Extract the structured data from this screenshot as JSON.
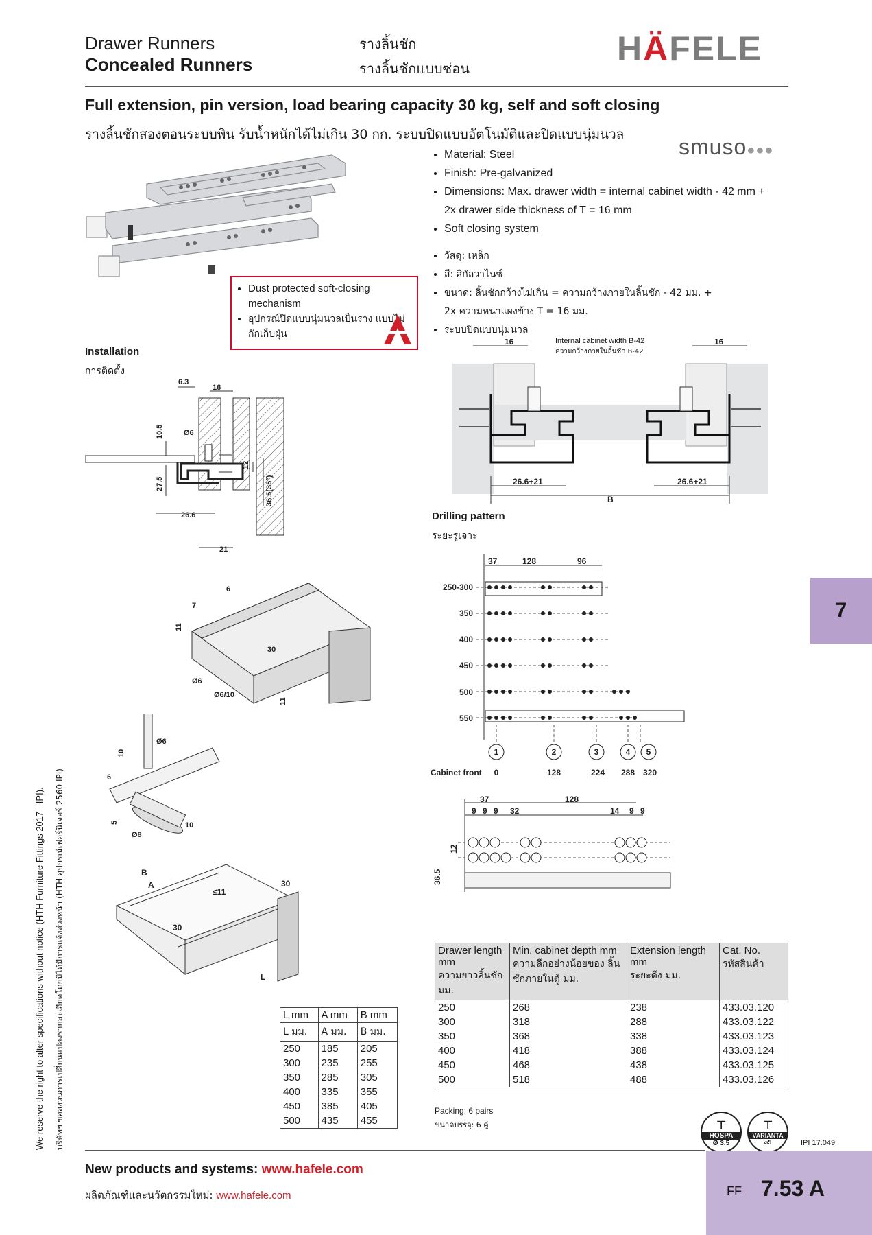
{
  "header": {
    "category_en": "Drawer Runners",
    "title_en": "Concealed Runners",
    "category_th": "รางลิ้นชัก",
    "title_th": "รางลิ้นชักแบบซ่อน",
    "logo": "HÄFELE",
    "logo_parts": [
      "H",
      "Ä",
      "FELE"
    ]
  },
  "product": {
    "heading_en": "Full extension, pin version, load bearing capacity 30 kg, self and soft closing",
    "heading_th": "รางลิ้นชักสองตอนระบบพิน รับน้ำหนักได้ไม่เกิน 30 กก. ระบบปิดแบบอัตโนมัติและปิดแบบนุ่มนวล",
    "brand": "smuso",
    "features_en": [
      "Material: Steel",
      "Finish: Pre-galvanized",
      "Dimensions: Max. drawer width = internal cabinet width - 42 mm +",
      "2x drawer side thickness of T = 16 mm",
      "Soft closing system"
    ],
    "features_th": [
      "วัสดุ: เหล็ก",
      "สี: สีกัลวาไนซ์",
      "ขนาด: ลิ้นชักกว้างไม่เกิน = ความกว้างภายในลิ้นชัก - 42 มม. +",
      "2x ความหนาแผงข้าง T = 16 มม.",
      "ระบบปิดแบบนุ่มนวล"
    ],
    "callout": [
      "Dust protected soft-closing mechanism",
      "อุปกรณ์ปิดแบบนุ่มนวลเป็นราง แบบไม่กักเก็บฝุ่น"
    ]
  },
  "installation": {
    "title_en": "Installation",
    "title_th": "การติดตั้ง",
    "dims": [
      "6.3",
      "16",
      "10.5",
      "Ø6",
      "12",
      "27.5",
      "36.5(35°)",
      "26.6",
      "21"
    ],
    "cabinet_dims": [
      "16",
      "16",
      "Internal cabinet width B-42",
      "ความกว้างภายในลิ้นชัก B-42",
      "26.6+21",
      "26.6+21",
      "B"
    ],
    "drawer_dims": [
      "6",
      "7",
      "11",
      "30",
      "Ø6",
      "Ø6/10",
      "11"
    ],
    "drill_dims": [
      "Ø6",
      "10",
      "6",
      "5",
      "Ø8",
      "10"
    ],
    "box_dims": [
      "B",
      "A",
      "≤11",
      "30",
      "30",
      "L"
    ]
  },
  "drilling": {
    "title_en": "Drilling pattern",
    "title_th": "ระยะรูเจาะ",
    "top_dims": [
      "37",
      "128",
      "96"
    ],
    "rows": [
      "250-300",
      "350",
      "400",
      "450",
      "500",
      "550"
    ],
    "markers": [
      "1",
      "2",
      "3",
      "4",
      "5"
    ],
    "positions": [
      "0",
      "128",
      "224",
      "288",
      "320"
    ],
    "cabinet_front": "Cabinet front",
    "detail_dims": [
      "37",
      "128",
      "9",
      "9",
      "9",
      "32",
      "14",
      "9",
      "9",
      "12",
      "36.5"
    ]
  },
  "small_table": {
    "headers_en": [
      "L mm",
      "A mm",
      "B mm"
    ],
    "headers_th": [
      "L มม.",
      "A มม.",
      "B มม."
    ],
    "rows": [
      [
        "250",
        "185",
        "205"
      ],
      [
        "300",
        "235",
        "255"
      ],
      [
        "350",
        "285",
        "305"
      ],
      [
        "400",
        "335",
        "355"
      ],
      [
        "450",
        "385",
        "405"
      ],
      [
        "500",
        "435",
        "455"
      ]
    ]
  },
  "main_table": {
    "headers": [
      {
        "en": "Drawer length mm",
        "th": "ความยาวลิ้นชัก มม."
      },
      {
        "en": "Min. cabinet depth mm",
        "th": "ความลึกอย่างน้อยของ ลิ้นชักภายในตู้ มม."
      },
      {
        "en": "Extension length mm",
        "th": "ระยะดึง มม."
      },
      {
        "en": "Cat. No.",
        "th": "รหัสสินค้า"
      }
    ],
    "rows": [
      [
        "250",
        "268",
        "238",
        "433.03.120"
      ],
      [
        "300",
        "318",
        "288",
        "433.03.122"
      ],
      [
        "350",
        "368",
        "338",
        "433.03.123"
      ],
      [
        "400",
        "418",
        "388",
        "433.03.124"
      ],
      [
        "450",
        "468",
        "438",
        "433.03.125"
      ],
      [
        "500",
        "518",
        "488",
        "433.03.126"
      ]
    ],
    "packing_en": "Packing: 6 pairs",
    "packing_th": "ขนาดบรรจุ: 6 คู่"
  },
  "badges": {
    "hospa": "HOSPA",
    "hospa_size": "Ø 3.5",
    "varianta": "VARIANTA",
    "varianta_size": "⌀5"
  },
  "side_tab": "7",
  "ipi": "IPI 17.049",
  "disclaimer_en": "We reserve the right to alter specifications without notice (HTH Furniture Fittings 2017 - IPI).",
  "disclaimer_th": "บริษัทฯ ขอสงวนการเปลี่ยนแปลงรายละเอียดโดยมิได้มีการแจ้งล่วงหน้า (HTH อุปกรณ์เฟอร์นิเจอร์ 2560 IPI)",
  "footer": {
    "label_en": "New products and systems: ",
    "url_en": "www.hafele.com",
    "label_th": "ผลิตภัณฑ์และนวัตกรรมใหม่: ",
    "url_th": "www.hafele.com",
    "section": "FF",
    "page": "7.53 A"
  },
  "colors": {
    "accent_red": "#d0202a",
    "tab_purple": "#b8a0cc",
    "footer_purple": "#c3b1d6",
    "logo_gray": "#7d7d7d"
  }
}
